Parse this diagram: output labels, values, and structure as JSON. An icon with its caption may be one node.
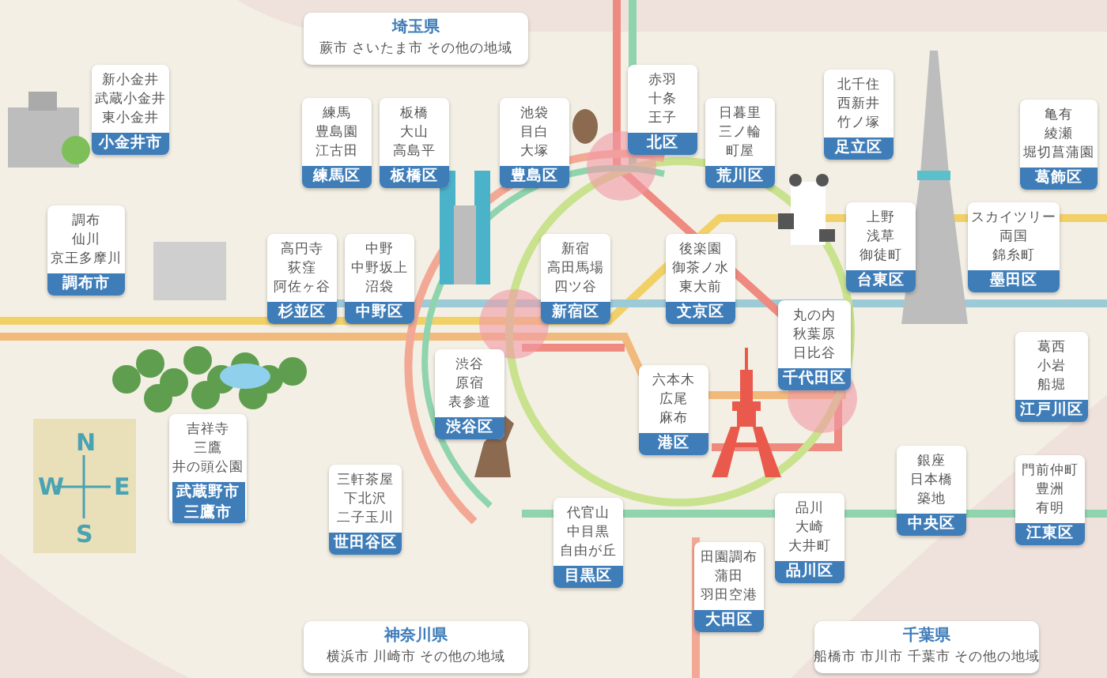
{
  "diagram": {
    "nodes": [
      {
        "text": [
          "埼玉県",
          "蕨市 さいたま市 その他の地域"
        ]
      },
      {
        "text": [
          "新小金井",
          "武蔵小金井",
          "東小金井",
          "小金井市"
        ]
      },
      {
        "text": [
          "練馬",
          "豊島園",
          "江古田",
          "練馬区"
        ]
      },
      {
        "text": [
          "板橋",
          "大山",
          "高島平",
          "板橋区"
        ]
      },
      {
        "text": [
          "池袋",
          "目白",
          "大塚",
          "豊島区"
        ]
      },
      {
        "text": [
          "赤羽",
          "十条",
          "王子",
          "北区"
        ]
      },
      {
        "text": [
          "日暮里",
          "三ノ輪",
          "町屋",
          "荒川区"
        ]
      },
      {
        "text": [
          "北千住",
          "西新井",
          "竹ノ塚",
          "足立区"
        ]
      },
      {
        "text": [
          "亀有",
          "綾瀬",
          "堀切菖蒲園",
          "葛飾区"
        ]
      },
      {
        "text": [
          "調布",
          "仙川",
          "京王多摩川",
          "調布市"
        ]
      },
      {
        "text": [
          "高円寺",
          "荻窪",
          "阿佐ヶ谷",
          "杉並区"
        ]
      },
      {
        "text": [
          "中野",
          "中野坂上",
          "沼袋",
          "中野区"
        ]
      },
      {
        "text": [
          "新宿",
          "高田馬場",
          "四ツ谷",
          "新宿区"
        ]
      },
      {
        "text": [
          "後楽園",
          "御茶ノ水",
          "東大前",
          "文京区"
        ]
      },
      {
        "text": [
          "上野",
          "浅草",
          "御徒町",
          "台東区"
        ]
      },
      {
        "text": [
          "スカイツリー",
          "両国",
          "錦糸町",
          "墨田区"
        ]
      },
      {
        "text": [
          "丸の内",
          "秋葉原",
          "日比谷",
          "千代田区"
        ]
      },
      {
        "text": [
          "葛西",
          "小岩",
          "船堀",
          "江戸川区"
        ]
      },
      {
        "text": [
          "渋谷",
          "原宿",
          "表参道",
          "渋谷区"
        ]
      },
      {
        "text": [
          "六本木",
          "広尾",
          "麻布",
          "港区"
        ]
      },
      {
        "text": [
          "吉祥寺",
          "三鷹",
          "井の頭公園",
          "武蔵野市三鷹市"
        ]
      },
      {
        "text": [
          "三軒茶屋",
          "下北沢",
          "二子玉川",
          "世田谷区"
        ]
      },
      {
        "text": [
          "代官山",
          "中目黒",
          "自由が丘",
          "目黒区"
        ]
      },
      {
        "text": [
          "銀座",
          "日本橋",
          "築地",
          "中央区"
        ]
      },
      {
        "text": [
          "門前仲町",
          "豊洲",
          "有明",
          "江東区"
        ]
      },
      {
        "text": [
          "品川",
          "大崎",
          "大井町",
          "品川区"
        ]
      },
      {
        "text": [
          "田園調布",
          "蒲田",
          "羽田空港",
          "大田区"
        ]
      },
      {
        "text": [
          "神奈川県",
          "横浜市 川崎市 その他の地域"
        ]
      },
      {
        "text": [
          "千葉県",
          "船橋市 市川市 千葉市 その他の地域"
        ]
      }
    ],
    "labels": [
      "N",
      "W",
      "E",
      "S"
    ]
  }
}
